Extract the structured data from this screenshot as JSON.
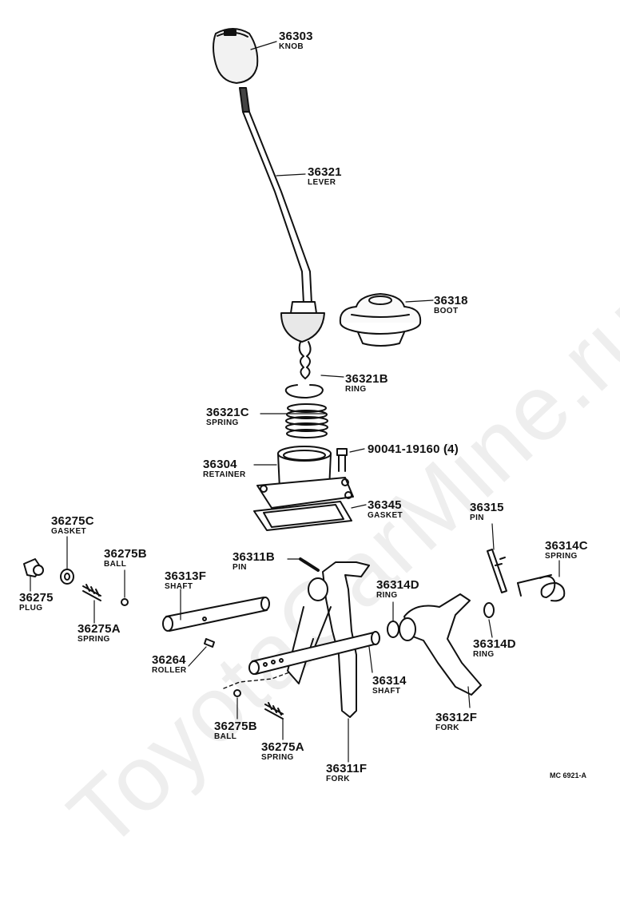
{
  "watermark": "ToyotaCarMine.ru",
  "reference_code": "MC 6921-A",
  "parts": {
    "knob": {
      "num": "36303",
      "name": "KNOB"
    },
    "lever": {
      "num": "36321",
      "name": "LEVER"
    },
    "boot": {
      "num": "36318",
      "name": "BOOT"
    },
    "ring_lever": {
      "num": "36321B",
      "name": "RING"
    },
    "spring_lever": {
      "num": "36321C",
      "name": "SPRING"
    },
    "bolt": {
      "num": "90041-19160 (4)",
      "name": ""
    },
    "retainer": {
      "num": "36304",
      "name": "RETAINER"
    },
    "gasket_retainer": {
      "num": "36345",
      "name": "GASKET"
    },
    "pin_36315": {
      "num": "36315",
      "name": "PIN"
    },
    "spring_36314c": {
      "num": "36314C",
      "name": "SPRING"
    },
    "gasket_36275c": {
      "num": "36275C",
      "name": "GASKET"
    },
    "ball_top": {
      "num": "36275B",
      "name": "BALL"
    },
    "pin_36311b": {
      "num": "36311B",
      "name": "PIN"
    },
    "shaft_36313f": {
      "num": "36313F",
      "name": "SHAFT"
    },
    "ring_36314d_left": {
      "num": "36314D",
      "name": "RING"
    },
    "plug": {
      "num": "36275",
      "name": "PLUG"
    },
    "spring_top": {
      "num": "36275A",
      "name": "SPRING"
    },
    "ring_36314d_right": {
      "num": "36314D",
      "name": "RING"
    },
    "roller": {
      "num": "36264",
      "name": "ROLLER"
    },
    "shaft_36314": {
      "num": "36314",
      "name": "SHAFT"
    },
    "fork_36312f": {
      "num": "36312F",
      "name": "FORK"
    },
    "ball_bottom": {
      "num": "36275B",
      "name": "BALL"
    },
    "spring_bottom": {
      "num": "36275A",
      "name": "SPRING"
    },
    "fork_36311f": {
      "num": "36311F",
      "name": "FORK"
    }
  }
}
